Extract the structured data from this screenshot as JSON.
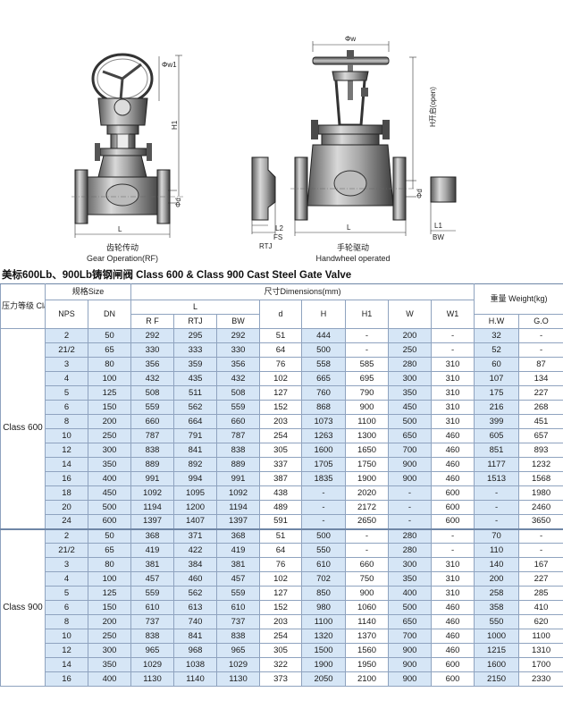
{
  "drawings": {
    "left_labels": {
      "phi_w1": "Φw1",
      "h1": "H1",
      "phi_d": "Φd",
      "l": "L"
    },
    "left_caption_cn": "齿轮传动",
    "left_caption_en": "Gear Operation(RF)",
    "right_labels": {
      "phi_w": "Φw",
      "h_open": "H开启(open)",
      "phi_d": "Φd",
      "l2": "L2",
      "fs": "FS",
      "rtj": "RTJ",
      "l": "L",
      "l1": "L1",
      "bw": "BW"
    },
    "right_caption_cn": "手轮驱动",
    "right_caption_en": "Handwheel operated"
  },
  "table": {
    "title": "美标600Lb、900Lb铸钢闸阀 Class 600 & Class 900 Cast Steel Gate Valve",
    "headers": {
      "class": "压力等级 Class",
      "size": "规格Size",
      "nps": "NPS",
      "dn": "DN",
      "dimensions": "尺寸Dimensions(mm)",
      "l": "L",
      "rf": "R F",
      "rtj": "RTJ",
      "bw": "BW",
      "d": "d",
      "h": "H",
      "h1": "H1",
      "w": "W",
      "w1": "W1",
      "weight": "重量 Weight(kg)",
      "hw": "H.W",
      "go": "G.O"
    },
    "groups": [
      {
        "class": "Class 600",
        "rows": [
          [
            "2",
            "50",
            "292",
            "295",
            "292",
            "51",
            "444",
            "-",
            "200",
            "-",
            "32",
            "-"
          ],
          [
            "21/2",
            "65",
            "330",
            "333",
            "330",
            "64",
            "500",
            "-",
            "250",
            "-",
            "52",
            "-"
          ],
          [
            "3",
            "80",
            "356",
            "359",
            "356",
            "76",
            "558",
            "585",
            "280",
            "310",
            "60",
            "87"
          ],
          [
            "4",
            "100",
            "432",
            "435",
            "432",
            "102",
            "665",
            "695",
            "300",
            "310",
            "107",
            "134"
          ],
          [
            "5",
            "125",
            "508",
            "511",
            "508",
            "127",
            "760",
            "790",
            "350",
            "310",
            "175",
            "227"
          ],
          [
            "6",
            "150",
            "559",
            "562",
            "559",
            "152",
            "868",
            "900",
            "450",
            "310",
            "216",
            "268"
          ],
          [
            "8",
            "200",
            "660",
            "664",
            "660",
            "203",
            "1073",
            "1100",
            "500",
            "310",
            "399",
            "451"
          ],
          [
            "10",
            "250",
            "787",
            "791",
            "787",
            "254",
            "1263",
            "1300",
            "650",
            "460",
            "605",
            "657"
          ],
          [
            "12",
            "300",
            "838",
            "841",
            "838",
            "305",
            "1600",
            "1650",
            "700",
            "460",
            "851",
            "893"
          ],
          [
            "14",
            "350",
            "889",
            "892",
            "889",
            "337",
            "1705",
            "1750",
            "900",
            "460",
            "1177",
            "1232"
          ],
          [
            "16",
            "400",
            "991",
            "994",
            "991",
            "387",
            "1835",
            "1900",
            "900",
            "460",
            "1513",
            "1568"
          ],
          [
            "18",
            "450",
            "1092",
            "1095",
            "1092",
            "438",
            "-",
            "2020",
            "-",
            "600",
            "-",
            "1980"
          ],
          [
            "20",
            "500",
            "1194",
            "1200",
            "1194",
            "489",
            "-",
            "2172",
            "-",
            "600",
            "-",
            "2460"
          ],
          [
            "24",
            "600",
            "1397",
            "1407",
            "1397",
            "591",
            "-",
            "2650",
            "-",
            "600",
            "-",
            "3650"
          ]
        ]
      },
      {
        "class": "Class 900",
        "rows": [
          [
            "2",
            "50",
            "368",
            "371",
            "368",
            "51",
            "500",
            "-",
            "280",
            "-",
            "70",
            "-"
          ],
          [
            "21/2",
            "65",
            "419",
            "422",
            "419",
            "64",
            "550",
            "-",
            "280",
            "-",
            "110",
            "-"
          ],
          [
            "3",
            "80",
            "381",
            "384",
            "381",
            "76",
            "610",
            "660",
            "300",
            "310",
            "140",
            "167"
          ],
          [
            "4",
            "100",
            "457",
            "460",
            "457",
            "102",
            "702",
            "750",
            "350",
            "310",
            "200",
            "227"
          ],
          [
            "5",
            "125",
            "559",
            "562",
            "559",
            "127",
            "850",
            "900",
            "400",
            "310",
            "258",
            "285"
          ],
          [
            "6",
            "150",
            "610",
            "613",
            "610",
            "152",
            "980",
            "1060",
            "500",
            "460",
            "358",
            "410"
          ],
          [
            "8",
            "200",
            "737",
            "740",
            "737",
            "203",
            "1100",
            "1140",
            "650",
            "460",
            "550",
            "620"
          ],
          [
            "10",
            "250",
            "838",
            "841",
            "838",
            "254",
            "1320",
            "1370",
            "700",
            "460",
            "1000",
            "1100"
          ],
          [
            "12",
            "300",
            "965",
            "968",
            "965",
            "305",
            "1500",
            "1560",
            "900",
            "460",
            "1215",
            "1310"
          ],
          [
            "14",
            "350",
            "1029",
            "1038",
            "1029",
            "322",
            "1900",
            "1950",
            "900",
            "600",
            "1600",
            "1700"
          ],
          [
            "16",
            "400",
            "1130",
            "1140",
            "1130",
            "373",
            "2050",
            "2100",
            "900",
            "600",
            "2150",
            "2330"
          ]
        ]
      }
    ]
  }
}
